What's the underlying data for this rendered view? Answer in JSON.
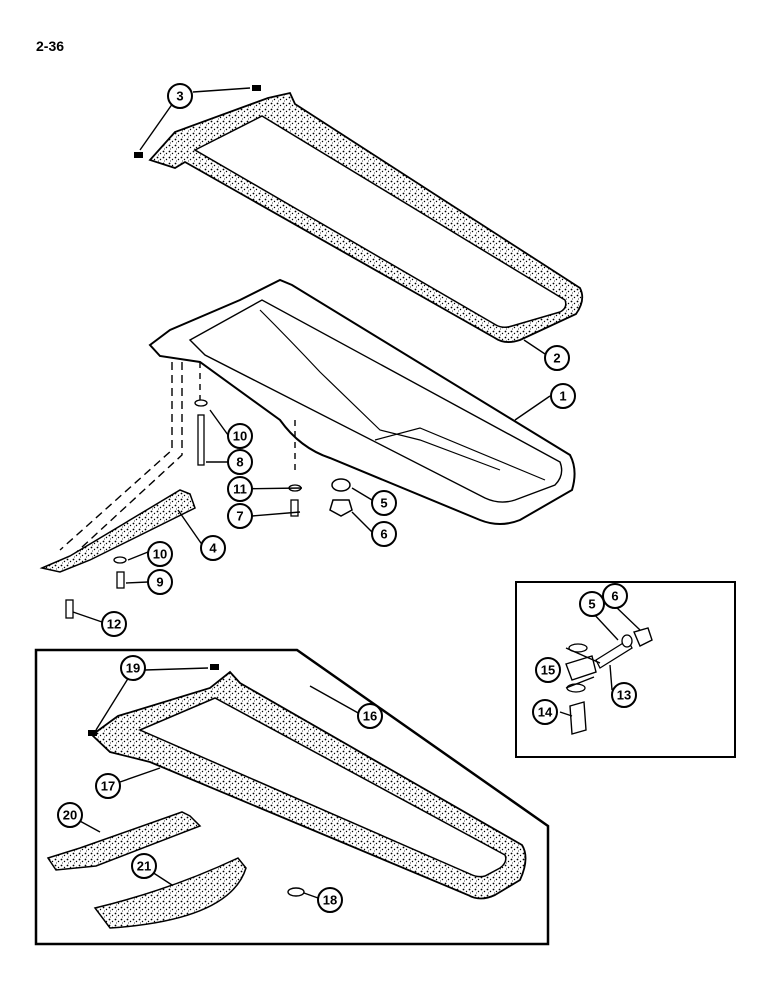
{
  "page": {
    "number": "2-36"
  },
  "callouts": [
    {
      "id": "c3",
      "label": "3"
    },
    {
      "id": "c2",
      "label": "2"
    },
    {
      "id": "c1",
      "label": "1"
    },
    {
      "id": "c10a",
      "label": "10"
    },
    {
      "id": "c8",
      "label": "8"
    },
    {
      "id": "c11",
      "label": "11"
    },
    {
      "id": "c5a",
      "label": "5"
    },
    {
      "id": "c7",
      "label": "7"
    },
    {
      "id": "c6a",
      "label": "6"
    },
    {
      "id": "c4",
      "label": "4"
    },
    {
      "id": "c10b",
      "label": "10"
    },
    {
      "id": "c9",
      "label": "9"
    },
    {
      "id": "c12",
      "label": "12"
    },
    {
      "id": "c6b",
      "label": "6"
    },
    {
      "id": "c5b",
      "label": "5"
    },
    {
      "id": "c15",
      "label": "15"
    },
    {
      "id": "c13",
      "label": "13"
    },
    {
      "id": "c14",
      "label": "14"
    },
    {
      "id": "c19",
      "label": "19"
    },
    {
      "id": "c16",
      "label": "16"
    },
    {
      "id": "c17",
      "label": "17"
    },
    {
      "id": "c20",
      "label": "20"
    },
    {
      "id": "c21",
      "label": "21"
    },
    {
      "id": "c18",
      "label": "18"
    }
  ]
}
